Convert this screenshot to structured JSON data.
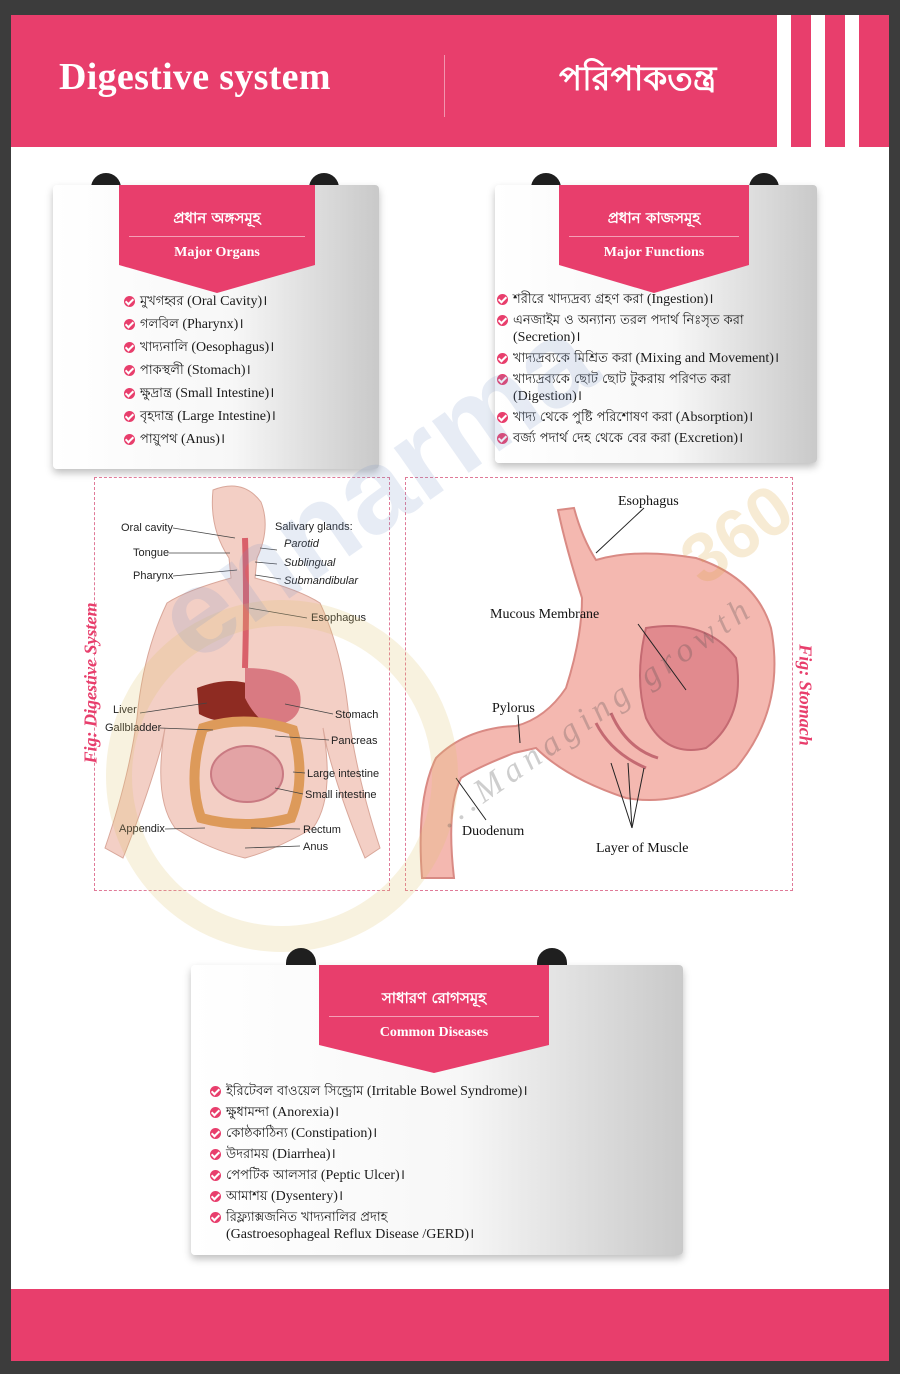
{
  "header": {
    "title_en": "Digestive system",
    "title_bn": "পরিপাকতন্ত্র"
  },
  "organs": {
    "title_bn": "প্রধান অঙ্গসমূহ",
    "title_en": "Major Organs",
    "items": [
      {
        "bn": "মুখগহ্বর",
        "en": "(Oral Cavity)।"
      },
      {
        "bn": "গলবিল",
        "en": "(Pharynx)।"
      },
      {
        "bn": "খাদ্যনালি",
        "en": "(Oesophagus)।"
      },
      {
        "bn": "পাকস্থলী",
        "en": "(Stomach)।"
      },
      {
        "bn": "ক্ষুদ্রান্ত্র",
        "en": "(Small Intestine)।"
      },
      {
        "bn": "বৃহদান্ত্র",
        "en": "(Large Intestine)।"
      },
      {
        "bn": "পায়ুপথ",
        "en": "(Anus)।"
      }
    ]
  },
  "functions": {
    "title_bn": "প্রধান কাজসমূহ",
    "title_en": "Major Functions",
    "items": [
      {
        "bn": "শরীরে খাদ্যদ্রব্য গ্রহণ করা",
        "en": "(Ingestion)।"
      },
      {
        "bn": "এনজাইম ও অন্যান্য তরল পদার্থ নিঃসৃত করা",
        "en": "(Secretion)।"
      },
      {
        "bn": "খাদ্যদ্রব্যকে মিশ্রিত করা",
        "en": "(Mixing and Movement)।"
      },
      {
        "bn": "খাদ্যদ্রব্যকে ছোট ছোট টুকরায় পরিণত করা",
        "en": "(Digestion)।"
      },
      {
        "bn": "খাদ্য থেকে পুষ্টি পরিশোষণ করা",
        "en": "(Absorption)।"
      },
      {
        "bn": "বর্জ্য পদার্থ দেহ থেকে বের করা",
        "en": "(Excretion)।"
      }
    ]
  },
  "fig_digestive": {
    "caption": "Fig: Digestive System",
    "labels": {
      "oral_cavity": "Oral cavity",
      "tongue": "Tongue",
      "pharynx": "Pharynx",
      "salivary": "Salivary glands:",
      "parotid": "Parotid",
      "sublingual": "Sublingual",
      "submandibular": "Submandibular",
      "esophagus": "Esophagus",
      "liver": "Liver",
      "gallbladder": "Gallbladder",
      "stomach": "Stomach",
      "pancreas": "Pancreas",
      "large_intestine": "Large intestine",
      "small_intestine": "Small intestine",
      "appendix": "Appendix",
      "rectum": "Rectum",
      "anus": "Anus"
    }
  },
  "fig_stomach": {
    "caption": "Fig: Stomach",
    "labels": {
      "esophagus": "Esophagus",
      "mucous": "Mucous Membrane",
      "pylorus": "Pylorus",
      "duodenum": "Duodenum",
      "muscle": "Layer of Muscle"
    }
  },
  "watermark": {
    "brand": "ennarma",
    "number": "360",
    "tagline": "...Managing growth"
  },
  "diseases": {
    "title_bn": "সাধারণ রোগসমূহ",
    "title_en": "Common Diseases",
    "items": [
      {
        "bn": "ইরিটেবল বাওয়েল সিন্ড্রোম",
        "en": "(Irritable Bowel Syndrome)।"
      },
      {
        "bn": "ক্ষুধামন্দা",
        "en": "(Anorexia)।"
      },
      {
        "bn": "কোষ্ঠকাঠিন্য",
        "en": "(Constipation)।"
      },
      {
        "bn": "উদরাময়",
        "en": "(Diarrhea)।"
      },
      {
        "bn": "পেপটিক আলসার",
        "en": "(Peptic Ulcer)।"
      },
      {
        "bn": "আমাশয়",
        "en": "(Dysentery)।"
      },
      {
        "bn": "রিফ্ল্যাক্সজনিত খাদ্যনালির প্রদাহ",
        "en": "(Gastroesophageal Reflux Disease /GERD)।"
      }
    ]
  },
  "colors": {
    "accent": "#e83e6c",
    "frame": "#3c3c3c"
  }
}
